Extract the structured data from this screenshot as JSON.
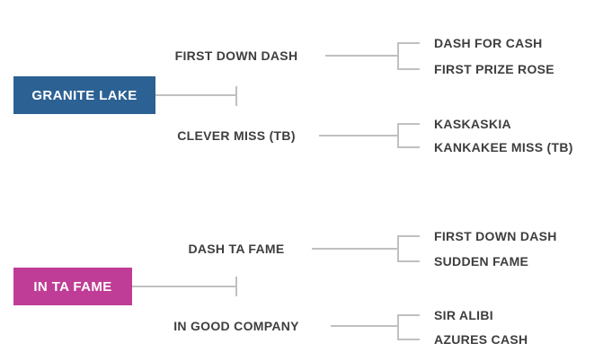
{
  "page": {
    "background": "#ffffff",
    "description": "Two-generation horse pedigree diagram"
  },
  "colors": {
    "granite_lake_box": "#2c6193",
    "in_ta_fame_box": "#bf3d96",
    "box_text": "#ffffff",
    "name_text": "#3e3e3e",
    "connector_line": "#c0c0c0"
  },
  "pedigree": {
    "trees": [
      {
        "root": {
          "label": "GRANITE LAKE",
          "color": "#2c6193"
        },
        "sire": {
          "label": "FIRST DOWN DASH",
          "sire": "DASH FOR CASH",
          "dam": "FIRST PRIZE ROSE"
        },
        "dam": {
          "label": "CLEVER MISS (TB)",
          "sire": "KASKASKIA",
          "dam": "KANKAKEE MISS (TB)"
        }
      },
      {
        "root": {
          "label": "IN TA FAME",
          "color": "#bf3d96"
        },
        "sire": {
          "label": "DASH TA FAME",
          "sire": "FIRST DOWN DASH",
          "dam": "SUDDEN FAME"
        },
        "dam": {
          "label": "IN GOOD COMPANY",
          "sire": "SIR ALIBI",
          "dam": "AZURES CASH"
        }
      }
    ]
  }
}
